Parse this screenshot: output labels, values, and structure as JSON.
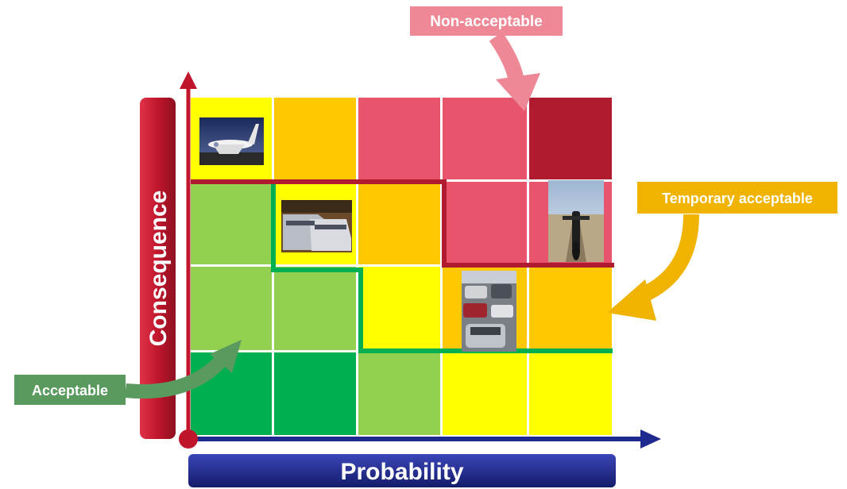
{
  "axes": {
    "y_label": "Consequence",
    "x_label": "Probability"
  },
  "matrix": {
    "rows": 4,
    "cols": 5,
    "cells": [
      [
        "yellow",
        "orange",
        "pink",
        "pink",
        "darkred"
      ],
      [
        "lightgreen",
        "yellow",
        "orange",
        "pink",
        "pink"
      ],
      [
        "lightgreen",
        "lightgreen",
        "yellow",
        "orange",
        "orange"
      ],
      [
        "green",
        "green",
        "lightgreen",
        "yellow",
        "yellow"
      ]
    ]
  },
  "colors": {
    "yellow": "#ffff00",
    "orange": "#ffc800",
    "pink": "#e8546c",
    "darkred": "#b01b30",
    "lightgreen": "#92d050",
    "green": "#00b050",
    "axis_red": "#c0162c",
    "axis_blue": "#1f2a8f",
    "boundary_red": "#b01b30",
    "boundary_green": "#00b050",
    "callout_pink": "#ef8896",
    "callout_orange": "#f0b400",
    "callout_green": "#5a9a5e"
  },
  "labels": {
    "non_acceptable": "Non-acceptable",
    "temporary_acceptable": "Temporary acceptable",
    "acceptable": "Acceptable"
  },
  "photos": [
    {
      "name": "airplane-photo",
      "row": 0,
      "col": 0
    },
    {
      "name": "train-photo",
      "row": 1,
      "col": 1
    },
    {
      "name": "motorcycle-photo",
      "row": 1,
      "col": 4
    },
    {
      "name": "traffic-jam-photo",
      "row": 2,
      "col": 3
    }
  ]
}
